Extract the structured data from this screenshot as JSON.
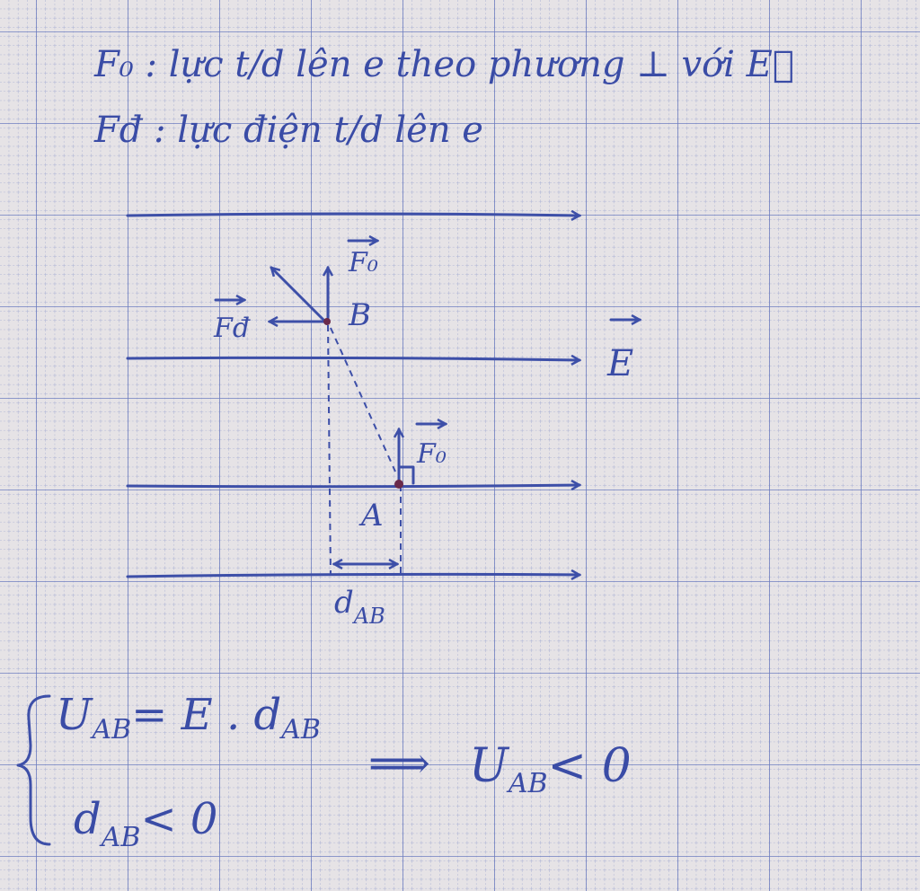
{
  "notes": {
    "line1": "F₀ : lực t/d lên e theo phương ⊥ với E⃗",
    "line2": "Fđ : lực điện t/d lên e"
  },
  "diagram": {
    "label_F0_B": "F₀",
    "label_Fd": "Fđ",
    "label_B": "B",
    "label_E": "E",
    "label_F0_A": "F₀",
    "label_A": "A",
    "label_dAB": "d",
    "label_dAB_sub": "AB"
  },
  "equations": {
    "eq1": "U_AB = E . d_AB",
    "eq1_U": "U",
    "eq1_sub": "AB",
    "eq1_rhs": "= E . d",
    "eq1_rhs_sub": "AB",
    "eq2": "d",
    "eq2_sub": "AB",
    "eq2_rhs": "< 0",
    "implies": "⟹",
    "result": "U",
    "result_sub": "AB",
    "result_rhs": "< 0"
  },
  "colors": {
    "ink": "#3d4fa8",
    "paper": "#e6e3e6",
    "grid": "#6f7fc0"
  }
}
